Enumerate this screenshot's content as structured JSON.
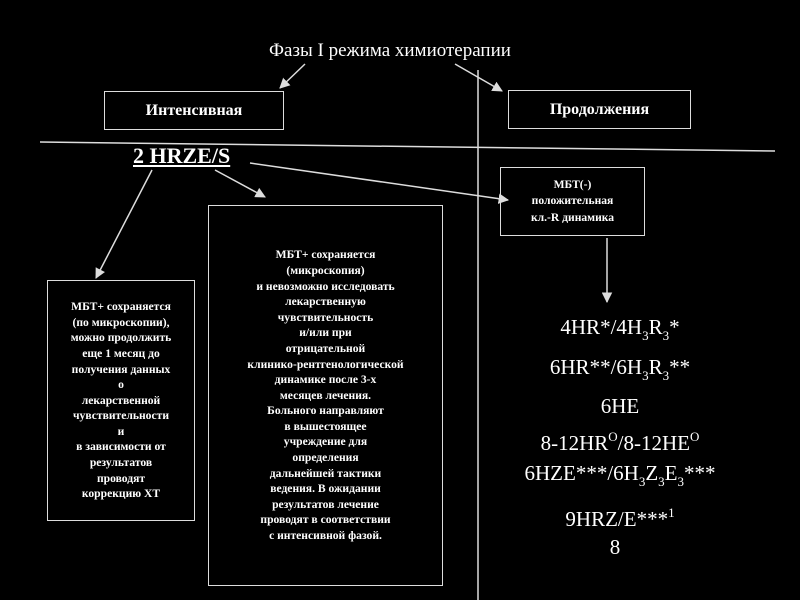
{
  "title": "Фазы I режима химиотерапии",
  "phases": {
    "intensive": "Интенсивная",
    "continuation": "Продолжения"
  },
  "regimen_main": "2 HRZE/S",
  "box_left": [
    "МБТ+ сохраняется",
    "(по микроскопии),",
    "можно продолжить",
    "еще 1 месяц до",
    "получения данных",
    "о",
    "лекарственной",
    "чувствительности",
    "и",
    "в зависимости от",
    "результатов",
    "проводят",
    "коррекцию ХТ"
  ],
  "box_middle": [
    "МБТ+ сохраняется",
    "(микроскопия)",
    "и невозможно исследовать",
    "лекарственную",
    "чувствительность",
    "и/или при",
    "отрицательной",
    "клинико-рентгенологической",
    "динамике после 3-х",
    "месяцев лечения.",
    "Больного направляют",
    "в вышестоящее",
    "учреждение для",
    "определения",
    "дальнейшей тактики",
    "ведения. В ожидании",
    "результатов лечение",
    "проводят в соответствии",
    "с интенсивной фазой."
  ],
  "box_right": [
    "МБТ(-)",
    "положительная",
    "кл.-R динамика"
  ],
  "regimens": {
    "r1": {
      "a": "4HR*/4H",
      "b": "3",
      "c": "R",
      "d": "3",
      "e": "*"
    },
    "r2": {
      "a": "6HR**/6H",
      "b": "3",
      "c": "R",
      "d": "3",
      "e": "**"
    },
    "r3": "6HE",
    "r4": {
      "a": "8-12HR",
      "b": "O",
      "c": "/8-12HE",
      "d": "O"
    },
    "r5": {
      "a": "6HZE***/6H",
      "b": "3",
      "c": "Z",
      "d": "3",
      "e": "E",
      "f": "3",
      "g": "***"
    },
    "r6": {
      "a": "9HRZ/E***",
      "b": "1"
    }
  },
  "page_number": "8"
}
